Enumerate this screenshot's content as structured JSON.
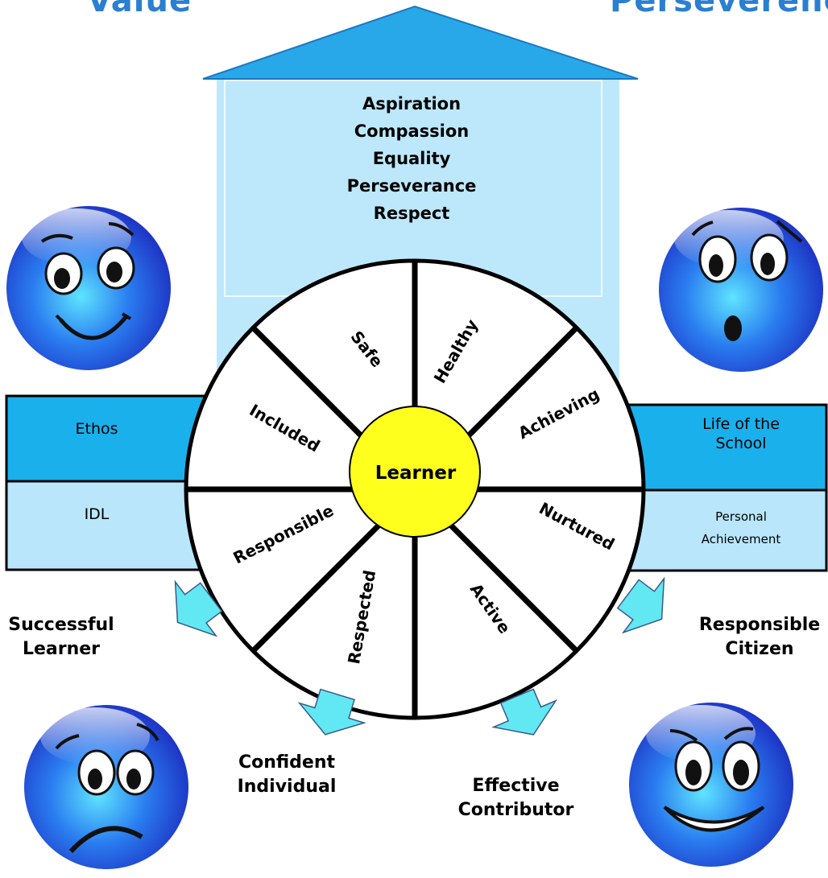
{
  "header": {
    "left": "Value",
    "right": "Perseverence"
  },
  "values": [
    "Aspiration",
    "Compassion",
    "Equality",
    "Perseverance",
    "Respect"
  ],
  "wheel": {
    "center": "Learner",
    "segments": [
      "Safe",
      "Healthy",
      "Achieving",
      "Nurtured",
      "Active",
      "Respected",
      "Responsible",
      "Included"
    ]
  },
  "side_boxes": {
    "ethos": "Ethos",
    "idl": "IDL",
    "life_line1": "Life of the",
    "life_line2": "School",
    "personal_line1": "Personal",
    "personal_line2": "Achievement"
  },
  "outcomes": {
    "successful": [
      "Successful",
      "Learner"
    ],
    "confident": [
      "Confident",
      "Individual"
    ],
    "effective": [
      "Effective",
      "Contributor"
    ],
    "responsible": [
      "Responsible",
      "Citizen"
    ]
  },
  "colors": {
    "house": "#bde8fb",
    "roof": "#28a8e8",
    "box_dark": "#1ab0ec",
    "box_light": "#b9e6fb",
    "center": "#ffff1e",
    "arrow": "#62e8f2",
    "smiley": "#2a4de8",
    "header": "#2a7fd0"
  }
}
